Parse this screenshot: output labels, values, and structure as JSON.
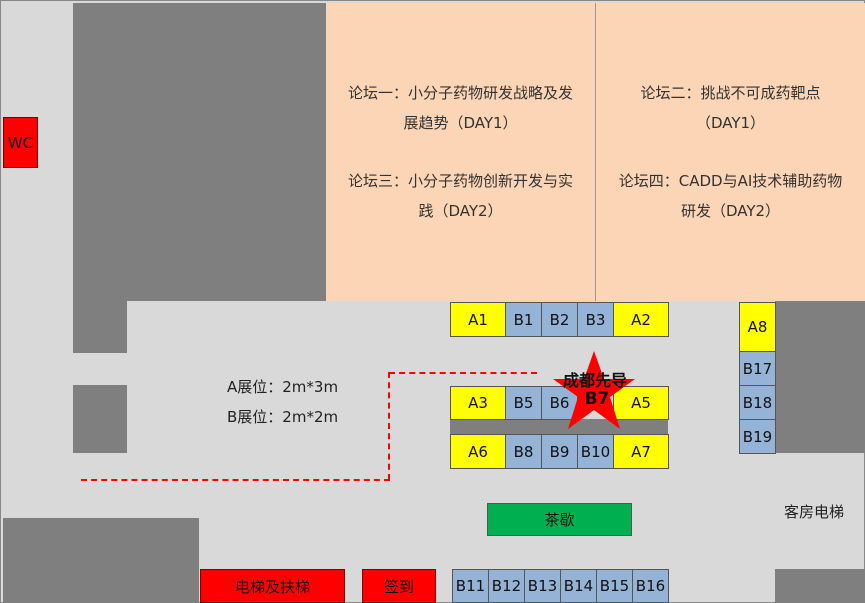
{
  "labels": {
    "wc": "WC",
    "forum_1": "论坛一：小分子药物研发战略及发展趋势（DAY1）",
    "forum_3": "论坛三：小分子药物创新开发与实践（DAY2）",
    "forum_2": "论坛二：挑战不可成药靶点（DAY1）",
    "forum_4": "论坛四：CADD与AI技术辅助药物研发（DAY2）",
    "booth_a_size": "A展位：2m*3m",
    "booth_b_size": "B展位：2m*2m",
    "highlight": "成都先导",
    "highlight_booth": "B7",
    "tea_break": "茶歇",
    "guest_elevator": "客房电梯",
    "elevator_escalator": "电梯及扶梯",
    "check_in": "签到"
  },
  "booths": {
    "A1": "A1",
    "B1": "B1",
    "B2": "B2",
    "B3": "B3",
    "A2": "A2",
    "A3": "A3",
    "B5": "B5",
    "B6": "B6",
    "A5": "A5",
    "A6": "A6",
    "B8": "B8",
    "B9": "B9",
    "B10": "B10",
    "A7": "A7",
    "A8": "A8",
    "B17": "B17",
    "B18": "B18",
    "B19": "B19",
    "B11": "B11",
    "B12": "B12",
    "B13": "B13",
    "B14": "B14",
    "B15": "B15",
    "B16": "B16"
  },
  "colors": {
    "booth_a": "#ffff00",
    "booth_b": "#95b3d7",
    "forum_area": "#fbd5b5",
    "highlight_star": "#ff0000",
    "red_facility": "#ff0000",
    "tea_break": "#00b050",
    "path": "#ff0000",
    "structure": "#7f7f7f"
  }
}
